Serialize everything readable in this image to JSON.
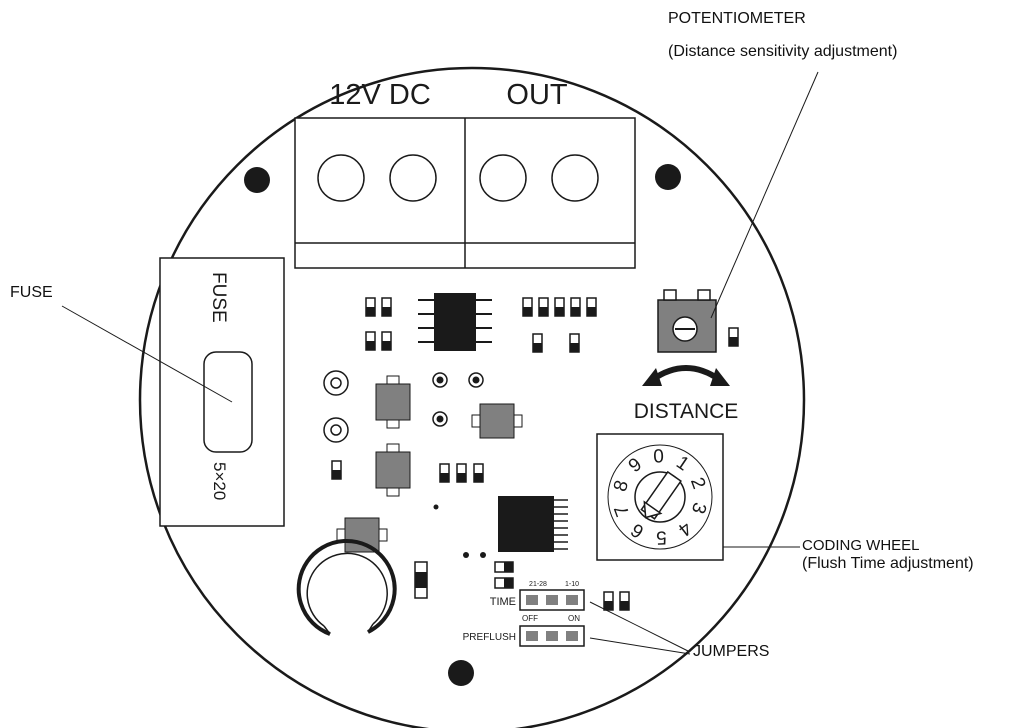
{
  "diagram": {
    "terminal_power_label": "12V DC",
    "terminal_out_label": "OUT",
    "fuse_label": "FUSE",
    "fuse_size_label": "5×20",
    "distance_label": "DISTANCE",
    "time_label": "TIME",
    "time_opt_a": "21-28",
    "time_opt_b": "1-10",
    "preflush_label": "PREFLUSH",
    "preflush_off": "OFF",
    "preflush_on": "ON",
    "wheel_digits": [
      "0",
      "1",
      "2",
      "3",
      "4",
      "5",
      "6",
      "7",
      "8",
      "9"
    ]
  },
  "callouts": {
    "potentiometer": "POTENTIOMETER",
    "potentiometer_desc": "(Distance sensitivity adjustment)",
    "fuse": "FUSE",
    "coding_wheel": "CODING WHEEL",
    "coding_wheel_desc": "(Flush Time adjustment)",
    "jumpers": "JUMPERS"
  },
  "colors": {
    "ink": "#1a1a1a",
    "component_grey": "#808080",
    "board": "#ffffff"
  }
}
